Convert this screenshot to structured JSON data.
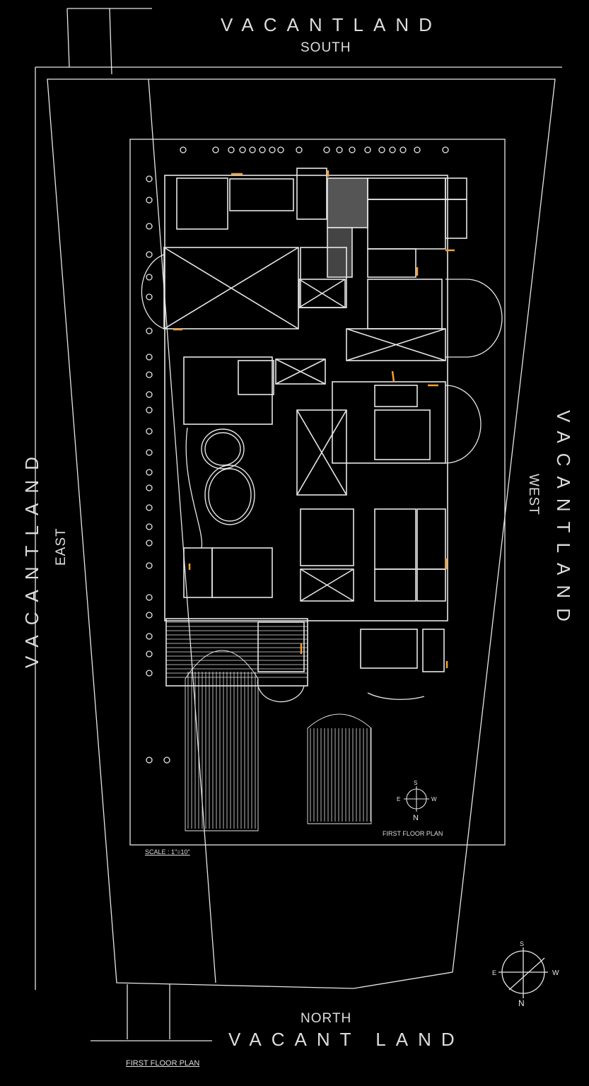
{
  "labels": {
    "top_land": "VACANTLAND",
    "top_dir": "SOUTH",
    "bottom_dir": "NORTH",
    "bottom_land": "VACANT LAND",
    "left_land": "VACANTLAND",
    "left_dir": "EAST",
    "right_land": "VACANTLAND",
    "right_dir": "WEST",
    "plan_title_small": "FIRST FLOOR PLAN",
    "plan_title_bottom": "FIRST  FLOOR PLAN",
    "scale": "SCALE : 1\"=10\""
  },
  "compass": {
    "n": "N",
    "s": "S",
    "e": "E",
    "w": "W"
  },
  "colors": {
    "background": "#000000",
    "lines": "#e6e6e6",
    "accent_door": "#f5a030"
  }
}
